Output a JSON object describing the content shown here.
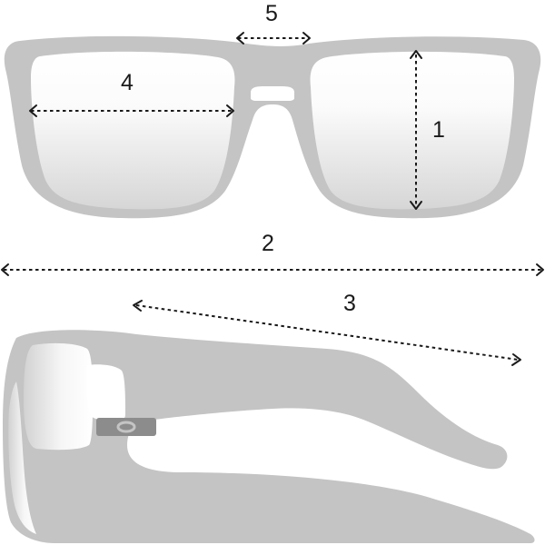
{
  "diagram": {
    "type": "sunglasses-size-guide",
    "frame_color": "#c4c4c4",
    "logo_color": "#8c8c8c",
    "measurement_color": "#1a1a1a",
    "labels": {
      "lens_height": "1",
      "total_width": "2",
      "temple_length": "3",
      "lens_width": "4",
      "bridge_width": "5"
    }
  }
}
